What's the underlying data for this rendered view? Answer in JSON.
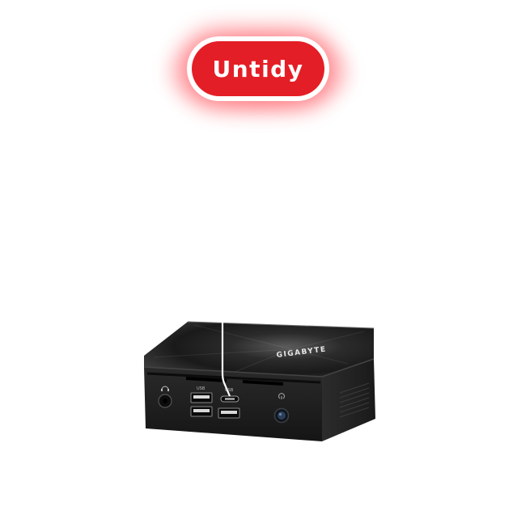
{
  "badge": {
    "label": "Untidy",
    "color": "#e41e26",
    "glow_color": "#ff2832"
  },
  "device": {
    "brand_text": "GIGABYTE",
    "usb_label_left": "USB",
    "usb_label_right": "USB",
    "icon_headphone": "headphone-icon",
    "icon_power": "power-icon",
    "cable_color": "#ffffff"
  }
}
